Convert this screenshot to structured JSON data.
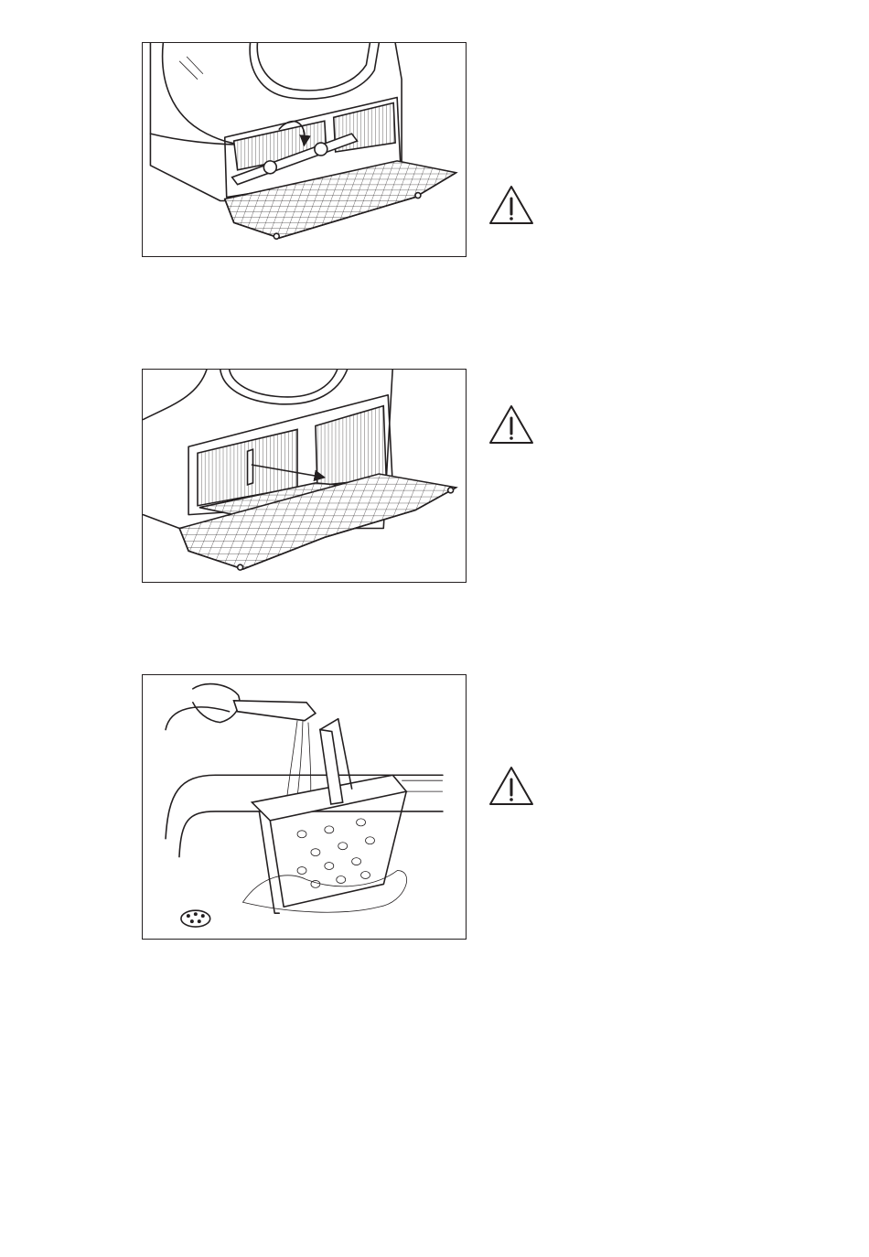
{
  "figures": [
    {
      "name": "figure-open-filter-cover",
      "icon": "dryer-plinth-flap-open-illustration"
    },
    {
      "name": "figure-remove-filter",
      "icon": "dryer-filter-pull-out-illustration"
    },
    {
      "name": "figure-rinse-filter",
      "icon": "filter-rinse-under-tap-illustration"
    }
  ],
  "warnings": [
    {
      "icon": "warning-triangle-icon"
    },
    {
      "icon": "warning-triangle-icon"
    },
    {
      "icon": "warning-triangle-icon"
    }
  ],
  "colors": {
    "line": "#231f20",
    "paper": "#ffffff"
  }
}
